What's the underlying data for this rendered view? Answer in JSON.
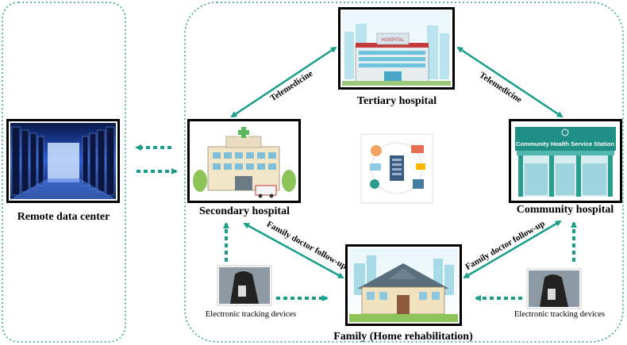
{
  "nodes": {
    "tertiary": "Tertiary hospital",
    "secondary": "Secondary hospital",
    "community": "Community hospital",
    "family": "Family (Home rehabilitation)",
    "datacenter": "Remote data center",
    "community_sign": "Community Health Service Station",
    "hospital_sign": "HOSPITAL"
  },
  "edges": {
    "tele_left": "Telemedicine",
    "tele_right": "Telemedicine",
    "followup_left": "Family doctor follow-up",
    "followup_right": "Family doctor follow-up"
  },
  "devices": {
    "left": "Electronic tracking devices",
    "right": "Electronic tracking devices"
  },
  "colors": {
    "teal": "#1a9e8c",
    "border_dotted": "#2a9d8f"
  }
}
